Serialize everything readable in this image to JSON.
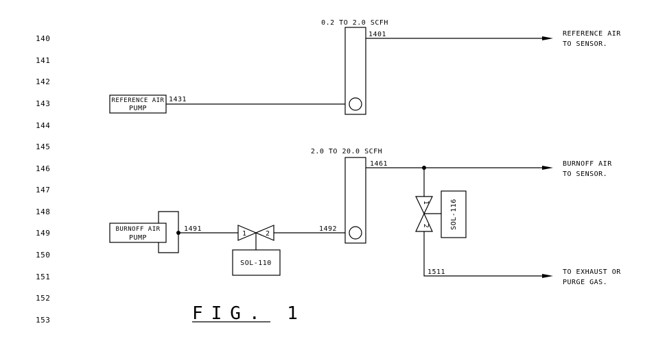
{
  "row_numbers": [
    "140",
    "141",
    "142",
    "143",
    "144",
    "145",
    "146",
    "147",
    "148",
    "149",
    "150",
    "151",
    "152",
    "153"
  ],
  "flowmeters": {
    "upper": {
      "range": "0.2 TO 2.0 SCFH",
      "outlet_tag": "1401"
    },
    "lower": {
      "range": "2.0 TO 20.0 SCFH",
      "outlet_tag": "1461",
      "inlet_tag": "1492"
    }
  },
  "pumps": {
    "reference": {
      "line1": "REFERENCE AIR",
      "line2": "PUMP",
      "outlet_tag": "1431"
    },
    "burnoff": {
      "line1": "BURNOFF AIR",
      "line2": "PUMP",
      "outlet_tag": "1491"
    }
  },
  "valves": {
    "sol110": {
      "port1": "1",
      "port2": "2",
      "label": "SOL-110"
    },
    "sol116": {
      "port1": "1",
      "port2": "2",
      "label": "SOL-116"
    }
  },
  "outputs": {
    "reference": {
      "line1": "REFERENCE AIR",
      "line2": "TO SENSOR."
    },
    "burnoff": {
      "line1": "BURNOFF AIR",
      "line2": "TO SENSOR."
    },
    "exhaust": {
      "line1": "TO EXHAUST OR",
      "line2": "PURGE GAS.",
      "tag": "1511"
    }
  },
  "figure_label": "FIG. 1"
}
